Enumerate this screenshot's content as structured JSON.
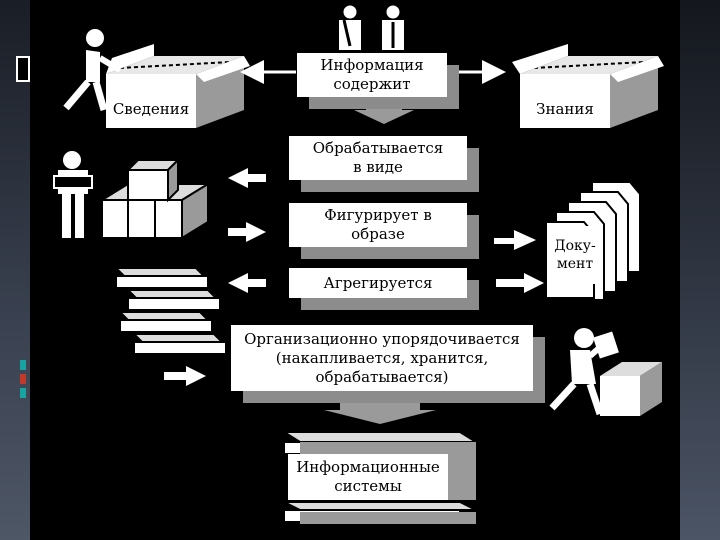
{
  "nodes": {
    "info_contains": "Информация\nсодержит",
    "svedeniya": "Сведения",
    "znaniya": "Знания",
    "processed_as": "Обрабатывается\nв виде",
    "figures_as": "Фигурирует в\nобразе",
    "aggregated": "Агрегируется",
    "organized": "Организационно упорядочивается\n(накапливается, хранится,\nобрабатывается)",
    "info_systems": "Информационные\nсистемы",
    "document": "Доку-\nмент"
  },
  "icons": [
    "person-pair-icon",
    "person-carrying-box-icon",
    "person-holding-folder-icon",
    "person-loading-box-icon",
    "file-box-icon",
    "stacked-blocks-icon",
    "document-stack-icon",
    "stacked-slabs-icon"
  ],
  "colors": {
    "background": "#000000",
    "panel": "#ffffff",
    "shadow": "#8c8c8c",
    "accent_teal": "#1aa3a3",
    "accent_red": "#c0392b"
  }
}
